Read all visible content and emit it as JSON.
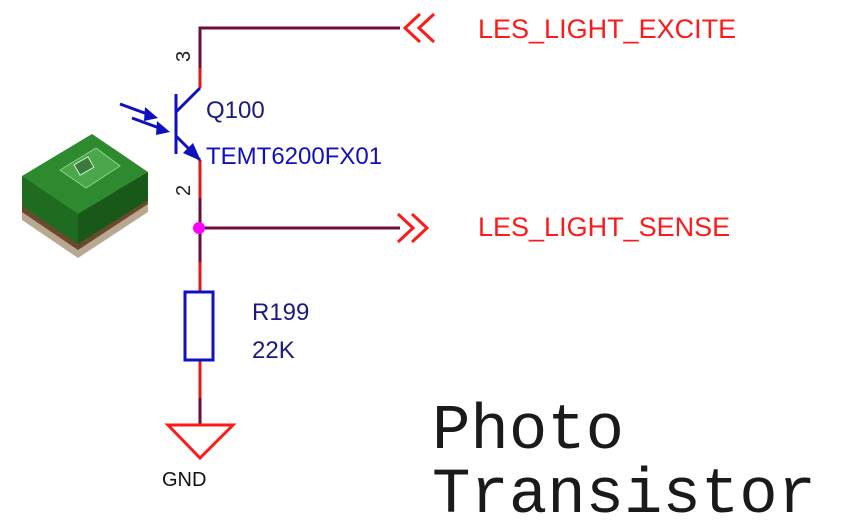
{
  "nets": {
    "excite": "LES_LIGHT_EXCITE",
    "sense": "LES_LIGHT_SENSE"
  },
  "transistor": {
    "designator": "Q100",
    "part_number": "TEMT6200FX01",
    "pin_collector": "3",
    "pin_emitter": "2"
  },
  "resistor": {
    "designator": "R199",
    "value": "22K"
  },
  "ground": {
    "label": "GND"
  },
  "caption": {
    "line1": "Photo",
    "line2": "Transistor"
  },
  "colors": {
    "wire": "#6b0f3a",
    "pin_stub": "#e01818",
    "component": "#1010c0",
    "net_label": "#ff1a1a",
    "junction": "#ff00ff",
    "package": "#2e8a2e"
  }
}
